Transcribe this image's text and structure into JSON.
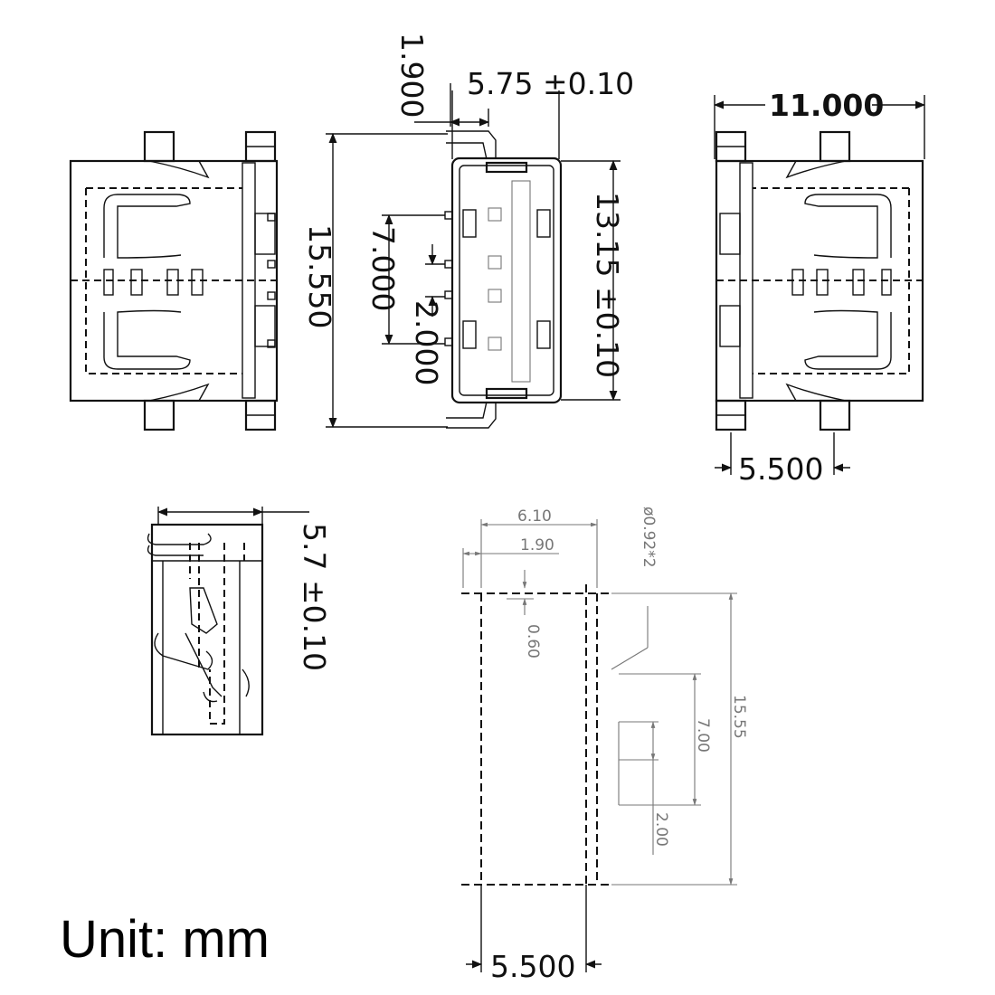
{
  "front_view": {
    "dim_pitch": "1.900",
    "dim_width": "5.75 ±0.10",
    "dim_height": "15.550",
    "dim_inner_height": "13.15 ±0.10",
    "dim_pin_span": "7.000",
    "dim_pin_pitch": "2.000"
  },
  "side_view": {
    "dim_length": "11.000",
    "dim_pin_offset": "5.500"
  },
  "end_view": {
    "dim_thickness": "5.7 ±0.10"
  },
  "footprint": {
    "dim_outer_width": "6.10",
    "dim_pad_offset": "1.90",
    "dim_hole": "ø0.92*2",
    "dim_pad_size": "0.60",
    "dim_height": "15.55",
    "dim_pin_span": "7.00",
    "dim_pin_pitch": "2.00",
    "dim_width": "5.500"
  },
  "unit_label": "Unit: mm"
}
